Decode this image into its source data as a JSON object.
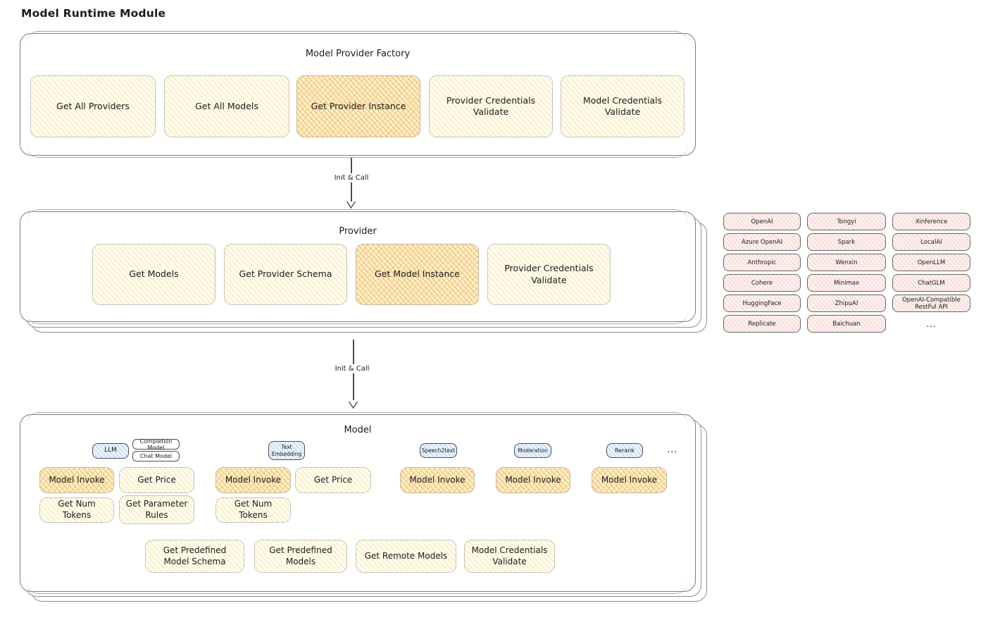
{
  "title": "Model Runtime Module",
  "arrows": {
    "init_call_1": "Init & Call",
    "init_call_2": "Init & Call"
  },
  "factory": {
    "title": "Model Provider Factory",
    "buttons": [
      {
        "label": "Get All Providers",
        "highlighted": false
      },
      {
        "label": "Get All Models",
        "highlighted": false
      },
      {
        "label": "Get Provider Instance",
        "highlighted": true
      },
      {
        "label": "Provider Credentials Validate",
        "highlighted": false
      },
      {
        "label": "Model Credentials Validate",
        "highlighted": false
      }
    ]
  },
  "provider": {
    "title": "Provider",
    "buttons": [
      {
        "label": "Get Models",
        "highlighted": false
      },
      {
        "label": "Get Provider Schema",
        "highlighted": false
      },
      {
        "label": "Get Model Instance",
        "highlighted": true
      },
      {
        "label": "Provider Credentials Validate",
        "highlighted": false
      }
    ]
  },
  "provider_list": {
    "items": [
      "OpenAI",
      "Tongyi",
      "Xinference",
      "Azure OpenAI",
      "Spark",
      "LocalAI",
      "Anthropic",
      "Wenxin",
      "OpenLLM",
      "Cohere",
      "Minimax",
      "ChatGLM",
      "HuggingFace",
      "ZhipuAI",
      "OpenAI-Compatible RestFul API",
      "Replicate",
      "Baichuan"
    ],
    "more": "..."
  },
  "model": {
    "title": "Model",
    "types": [
      {
        "label": "LLM"
      },
      {
        "label": "Text Embedding"
      },
      {
        "label": "Speech2text"
      },
      {
        "label": "Moderation"
      },
      {
        "label": "Rerank"
      }
    ],
    "llm_subtypes": [
      {
        "label": "Completion Model"
      },
      {
        "label": "Chat Model"
      }
    ],
    "more": "...",
    "capabilities": [
      {
        "label": "Model Invoke",
        "highlighted": true
      },
      {
        "label": "Get Price",
        "highlighted": false
      },
      {
        "label": "Model Invoke",
        "highlighted": true
      },
      {
        "label": "Get Price",
        "highlighted": false
      },
      {
        "label": "Model Invoke",
        "highlighted": true
      },
      {
        "label": "Model Invoke",
        "highlighted": true
      },
      {
        "label": "Model Invoke",
        "highlighted": true
      }
    ],
    "capabilities_row2": [
      {
        "label": "Get Num Tokens"
      },
      {
        "label": "Get Parameter Rules"
      },
      {
        "label": "Get Num Tokens"
      }
    ],
    "bottom": [
      {
        "label": "Get Predefined Model Schema"
      },
      {
        "label": "Get Predefined Models"
      },
      {
        "label": "Get Remote Models"
      },
      {
        "label": "Model Credentials Validate"
      }
    ]
  },
  "colors": {
    "node_fill": "#fdf6dc",
    "node_highlight": "#f6d690",
    "type_tag_fill": "#ddeafa",
    "provider_chip_fill": "#fbeae7",
    "outline": "#7c7c7c",
    "text": "#1b1b1b"
  }
}
